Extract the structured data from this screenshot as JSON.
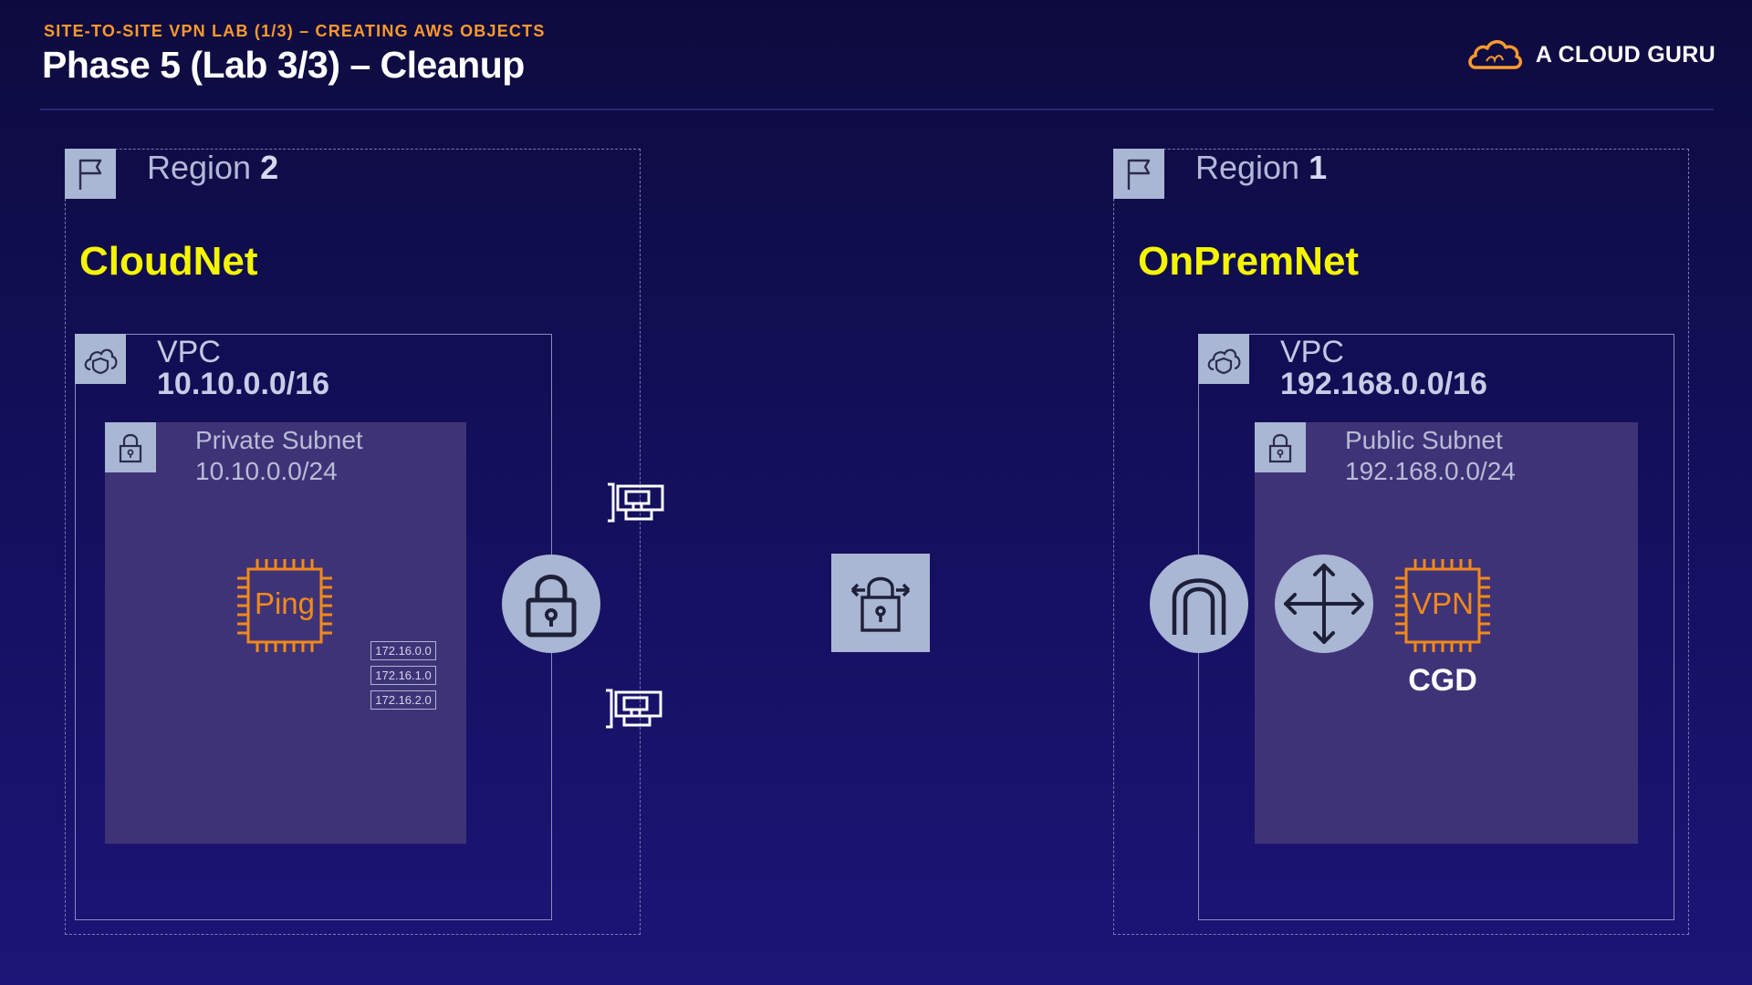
{
  "header": {
    "kicker": "SITE-TO-SITE VPN LAB (1/3) – CREATING AWS OBJECTS",
    "title": "Phase 5 (Lab 3/3) – Cleanup",
    "brand": "A CLOUD GURU"
  },
  "left": {
    "region_word": "Region",
    "region_num": "2",
    "net_name": "CloudNet",
    "vpc_label": "VPC",
    "vpc_cidr": "10.10.0.0/16",
    "subnet_name": "Private Subnet",
    "subnet_cidr": "10.10.0.0/24",
    "instance_label": "Ping",
    "routes": [
      "172.16.0.0",
      "172.16.1.0",
      "172.16.2.0"
    ]
  },
  "right": {
    "region_word": "Region",
    "region_num": "1",
    "net_name": "OnPremNet",
    "vpc_label": "VPC",
    "vpc_cidr": "192.168.0.0/16",
    "subnet_name": "Public Subnet",
    "subnet_cidr": "192.168.0.0/24",
    "instance_label": "VPN",
    "instance_caption": "CGD"
  },
  "icons": {
    "region": "flag-icon",
    "vpc": "cloud-shield-icon",
    "subnet": "padlock-icon",
    "vgw": "vpn-gateway-icon",
    "vpn_connection": "vpn-connection-icon",
    "igw": "internet-gateway-icon",
    "router": "arrows-cross-icon",
    "tunnel": "network-card-icon",
    "instance": "ec2-chip-icon"
  },
  "colors": {
    "accent": "#ff9a2e",
    "net_name": "#f5f500",
    "tile": "#a9b6d4",
    "subnet": "#3f3378"
  }
}
